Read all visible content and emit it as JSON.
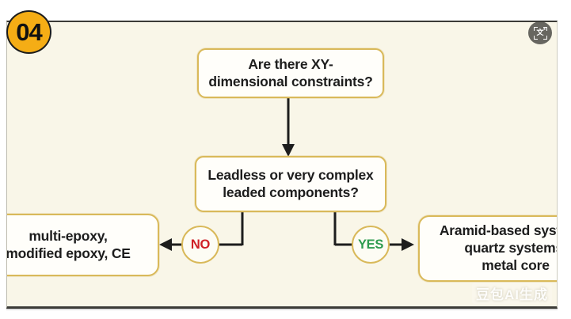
{
  "frame": {
    "badge_label": "04",
    "watermark": "豆包AI生成",
    "extract_icon_glyph": "文"
  },
  "flowchart": {
    "question1": "Are there XY-\ndimensional constraints?",
    "question2": "Leadless or very complex\nleaded components?",
    "no_label": "NO",
    "yes_label": "YES",
    "no_result": "multi-epoxy,\nmodified epoxy, CE",
    "yes_result": "Aramid-based systems,\nquartz systems,\nmetal core"
  },
  "colors": {
    "canvas_cream": "#f9f6e8",
    "node_border_gold": "#d9b95a",
    "badge_gold": "#f5ad15",
    "no_red": "#cf1f26",
    "yes_green": "#2d9b4f",
    "connector_black": "#1d1d1d"
  }
}
